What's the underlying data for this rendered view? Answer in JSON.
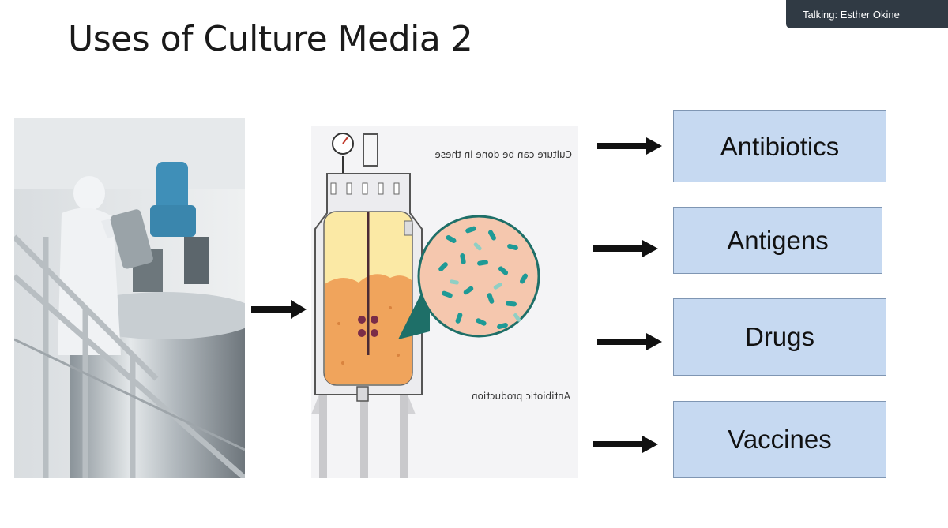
{
  "slide": {
    "title": "Uses of Culture Media 2"
  },
  "meeting": {
    "talking_label": "Talking: Esther Okine"
  },
  "diagram": {
    "caption_top": "Culture can be done in these",
    "caption_bottom": "Antibiotic production"
  },
  "products": [
    {
      "label": "Antibiotics"
    },
    {
      "label": "Antigens"
    },
    {
      "label": "Drugs"
    },
    {
      "label": "Vaccines"
    }
  ],
  "colors": {
    "box_fill": "#c6d9f1",
    "box_border": "#7f96b3",
    "bacteria_teal": "#1e9a96",
    "fermentation_orange": "#f0a45c"
  }
}
